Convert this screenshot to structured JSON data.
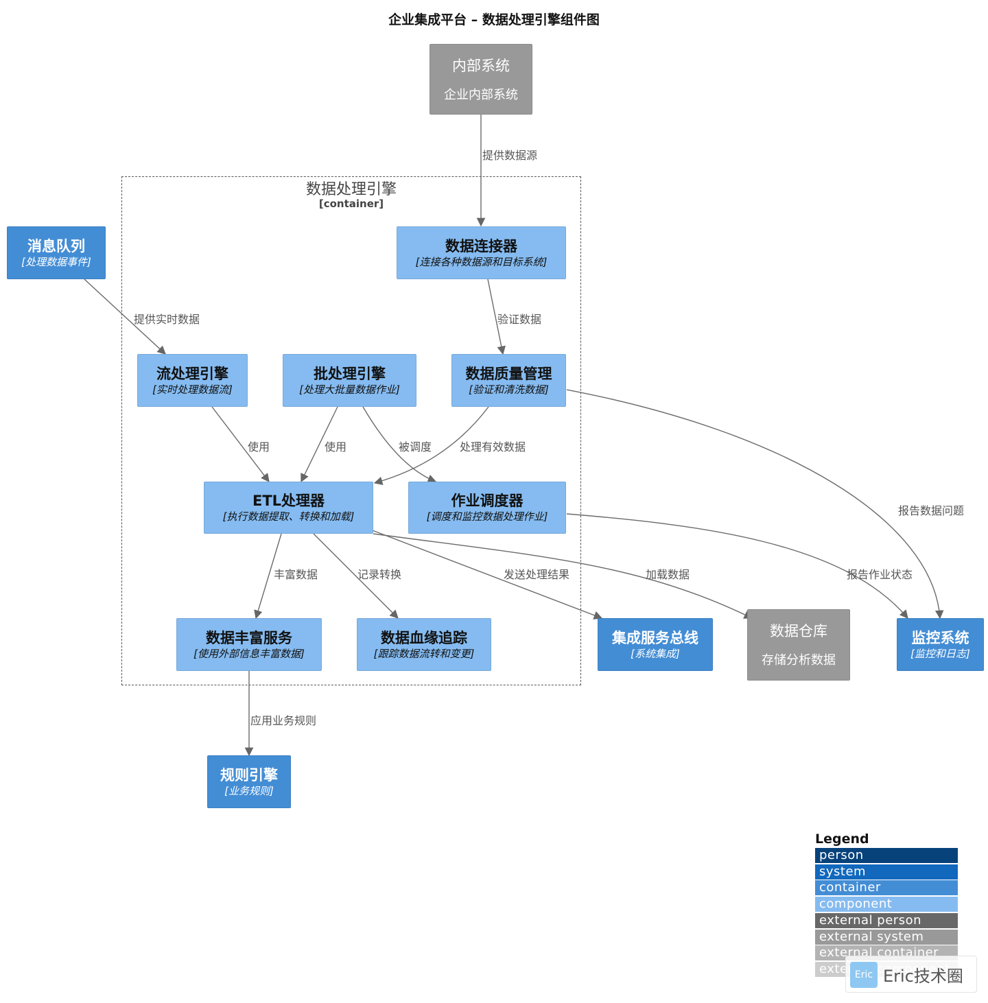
{
  "title": "企业集成平台 – 数据处理引擎组件图",
  "boundary": {
    "title": "数据处理引擎",
    "type": "[container]"
  },
  "nodes": {
    "internal": {
      "title": "内部系统",
      "desc": "企业内部系统"
    },
    "mq": {
      "title": "消息队列",
      "desc": "[处理数据事件]"
    },
    "connector": {
      "title": "数据连接器",
      "desc": "[连接各种数据源和目标系统]"
    },
    "stream": {
      "title": "流处理引擎",
      "desc": "[实时处理数据流]"
    },
    "batch": {
      "title": "批处理引擎",
      "desc": "[处理大批量数据作业]"
    },
    "quality": {
      "title": "数据质量管理",
      "desc": "[验证和清洗数据]"
    },
    "etl": {
      "title": "ETL处理器",
      "desc": "[执行数据提取、转换和加载]"
    },
    "scheduler": {
      "title": "作业调度器",
      "desc": "[调度和监控数据处理作业]"
    },
    "enrich": {
      "title": "数据丰富服务",
      "desc": "[使用外部信息丰富数据]"
    },
    "lineage": {
      "title": "数据血缘追踪",
      "desc": "[跟踪数据流转和变更]"
    },
    "esb": {
      "title": "集成服务总线",
      "desc": "[系统集成]"
    },
    "dw": {
      "title": "数据仓库",
      "desc": "存储分析数据"
    },
    "monitor": {
      "title": "监控系统",
      "desc": "[监控和日志]"
    },
    "rules": {
      "title": "规则引擎",
      "desc": "[业务规则]"
    }
  },
  "edges": {
    "provide_source": "提供数据源",
    "provide_realtime": "提供实时数据",
    "validate": "验证数据",
    "use1": "使用",
    "use2": "使用",
    "scheduled": "被调度",
    "process_valid": "处理有效数据",
    "report_data": "报告数据问题",
    "enrich_data": "丰富数据",
    "record_transform": "记录转换",
    "send_result": "发送处理结果",
    "load_data": "加载数据",
    "report_job": "报告作业状态",
    "apply_rules": "应用业务规则"
  },
  "legend": {
    "title": "Legend",
    "items": [
      {
        "label": "person",
        "color": "#08427b"
      },
      {
        "label": "system",
        "color": "#1168bd"
      },
      {
        "label": "container",
        "color": "#438dd5"
      },
      {
        "label": "component",
        "color": "#85bbf0"
      },
      {
        "label": "external person",
        "color": "#686868"
      },
      {
        "label": "external system",
        "color": "#999999"
      },
      {
        "label": "external container",
        "color": "#b3b3b3"
      },
      {
        "label": "external component",
        "color": "#cccccc"
      }
    ]
  },
  "watermark": {
    "logo": "Eric",
    "text": "Eric技术圈"
  }
}
